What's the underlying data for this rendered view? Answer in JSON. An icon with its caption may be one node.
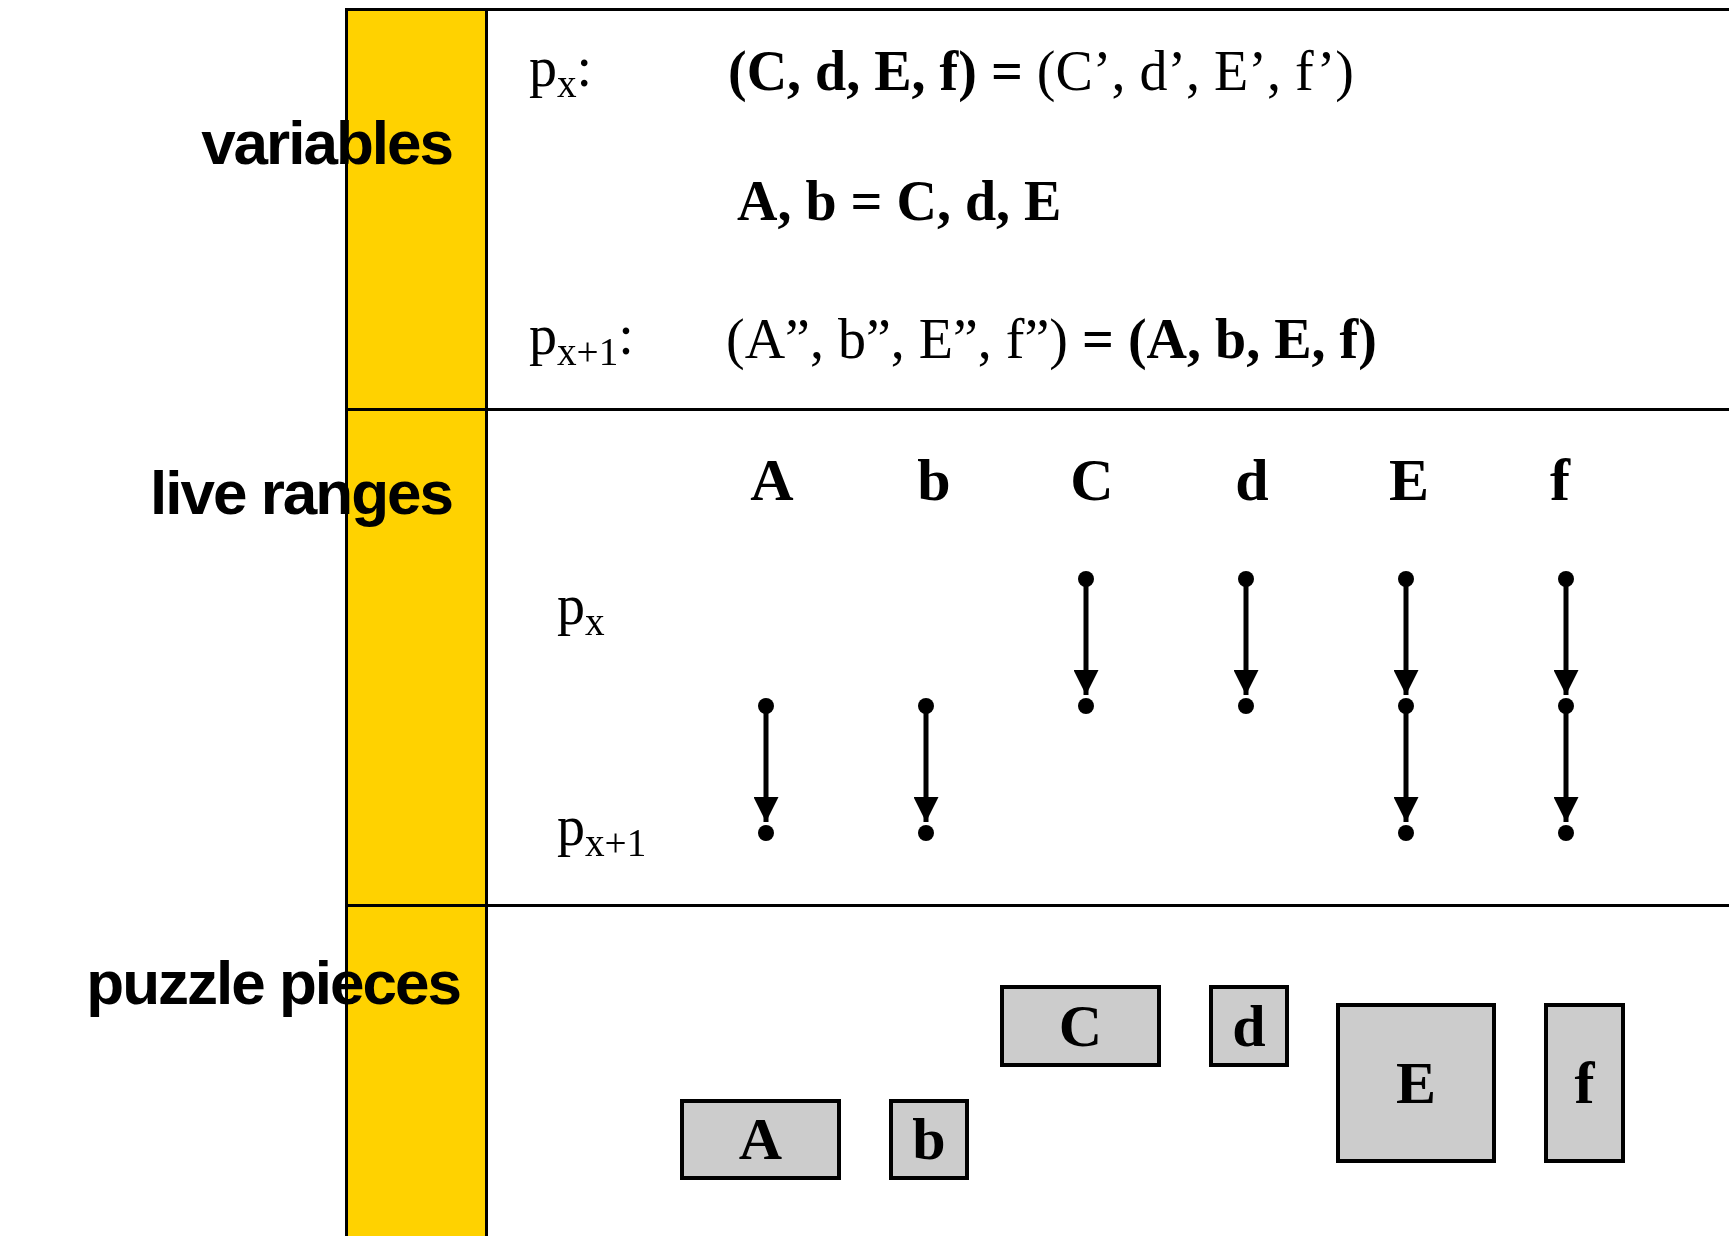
{
  "diagram": {
    "nodes": [
      {
        "text": [
          "variables",
          "p$_{x}$:",
          "**(C, d, E, f) =** (C’, d’, E’, f’)",
          "A, b = C, d, E",
          "p$_{x+1}$:",
          "(A”, b”, E”, f”) **= (A, b, E, f)**"
        ]
      },
      {
        "text": [
          "live ranges",
          "A",
          "b",
          "C",
          "d",
          "E",
          "f",
          "p$_{x}$",
          "p$_{x+1}$"
        ]
      },
      {
        "text": [],
        "shape": "circle",
        "in": 1
      },
      {
        "text": [],
        "shape": "circle",
        "in": 1
      },
      {
        "text": [],
        "shape": "circle",
        "in": 1
      },
      {
        "text": [],
        "shape": "circle",
        "in": 1
      },
      {
        "text": [],
        "shape": "circle",
        "in": 1
      },
      {
        "text": [],
        "shape": "circle",
        "in": 1
      },
      {
        "text": [],
        "shape": "circle",
        "in": 1
      },
      {
        "text": [],
        "shape": "circle",
        "in": 1
      },
      {
        "text": [],
        "shape": "circle",
        "in": 1
      },
      {
        "text": [],
        "shape": "circle",
        "in": 1
      },
      {
        "text": [],
        "shape": "circle",
        "in": 1
      },
      {
        "text": [],
        "shape": "circle",
        "in": 1
      },
      {
        "text": [],
        "shape": "circle",
        "in": 1
      },
      {
        "text": [],
        "shape": "circle",
        "in": 1
      },
      {
        "text": [
          "puzzle pieces"
        ]
      },
      {
        "text": [
          "C"
        ],
        "in": 16
      },
      {
        "text": [
          "d"
        ],
        "in": 16
      },
      {
        "text": [
          "E"
        ],
        "in": 16
      },
      {
        "text": [
          "f"
        ],
        "in": 16
      },
      {
        "text": [
          "A"
        ],
        "in": 16
      },
      {
        "text": [
          "b"
        ],
        "in": 16
      }
    ],
    "edges": [
      {
        "from": 2,
        "to": 8,
        "arrow": "to"
      },
      {
        "from": 3,
        "to": 9,
        "arrow": "to"
      },
      {
        "from": 4,
        "to": 10,
        "arrow": "to"
      },
      {
        "from": 5,
        "to": 11,
        "arrow": "to"
      },
      {
        "from": 6,
        "to": 12,
        "arrow": "to"
      },
      {
        "from": 7,
        "to": 13,
        "arrow": "to"
      },
      {
        "from": 10,
        "to": 14,
        "arrow": "to"
      },
      {
        "from": 11,
        "to": 15,
        "arrow": "to"
      }
    ]
  }
}
